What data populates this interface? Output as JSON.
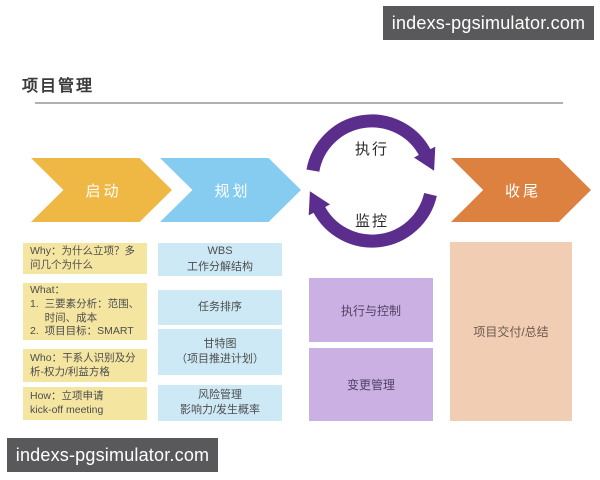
{
  "watermarks": {
    "top": "indexs-pgsimulator.com",
    "bottom": "indexs-pgsimulator.com"
  },
  "header": {
    "title": "项目管理"
  },
  "phases": {
    "initiation": {
      "label": "启动"
    },
    "planning": {
      "label": "规划"
    },
    "closing": {
      "label": "收尾"
    }
  },
  "cycle": {
    "execution_label": "执行",
    "monitoring_label": "监控"
  },
  "notes": {
    "initiation": [
      "Why：为什么立项？多\n问几个为什么",
      "What：\n1.  三要素分析：范围、\n     时间、成本\n2.  项目目标：SMART",
      "Who：干系人识别及分\n析-权力/利益方格",
      "How：立项申请\nkick-off meeting"
    ],
    "planning": [
      "WBS\n工作分解结构",
      "任务排序",
      "甘特图\n（项目推进计划）",
      "风险管理\n影响力/发生概率"
    ],
    "execution": [
      "执行与控制",
      "变更管理"
    ],
    "closing": [
      "项目交付/总结"
    ]
  },
  "palette": {
    "initiation_arrow": "#efb844",
    "planning_arrow": "#85ccf0",
    "closing_arrow": "#dd8141",
    "cycle_arrow": "#5b2d8c",
    "initiation_note_bg": "#f4e5a1",
    "planning_note_bg": "#cee9f6",
    "execution_note_bg": "#cab0e3",
    "closing_note_bg": "#f1cdb3",
    "watermark_bg": "#59595b"
  }
}
